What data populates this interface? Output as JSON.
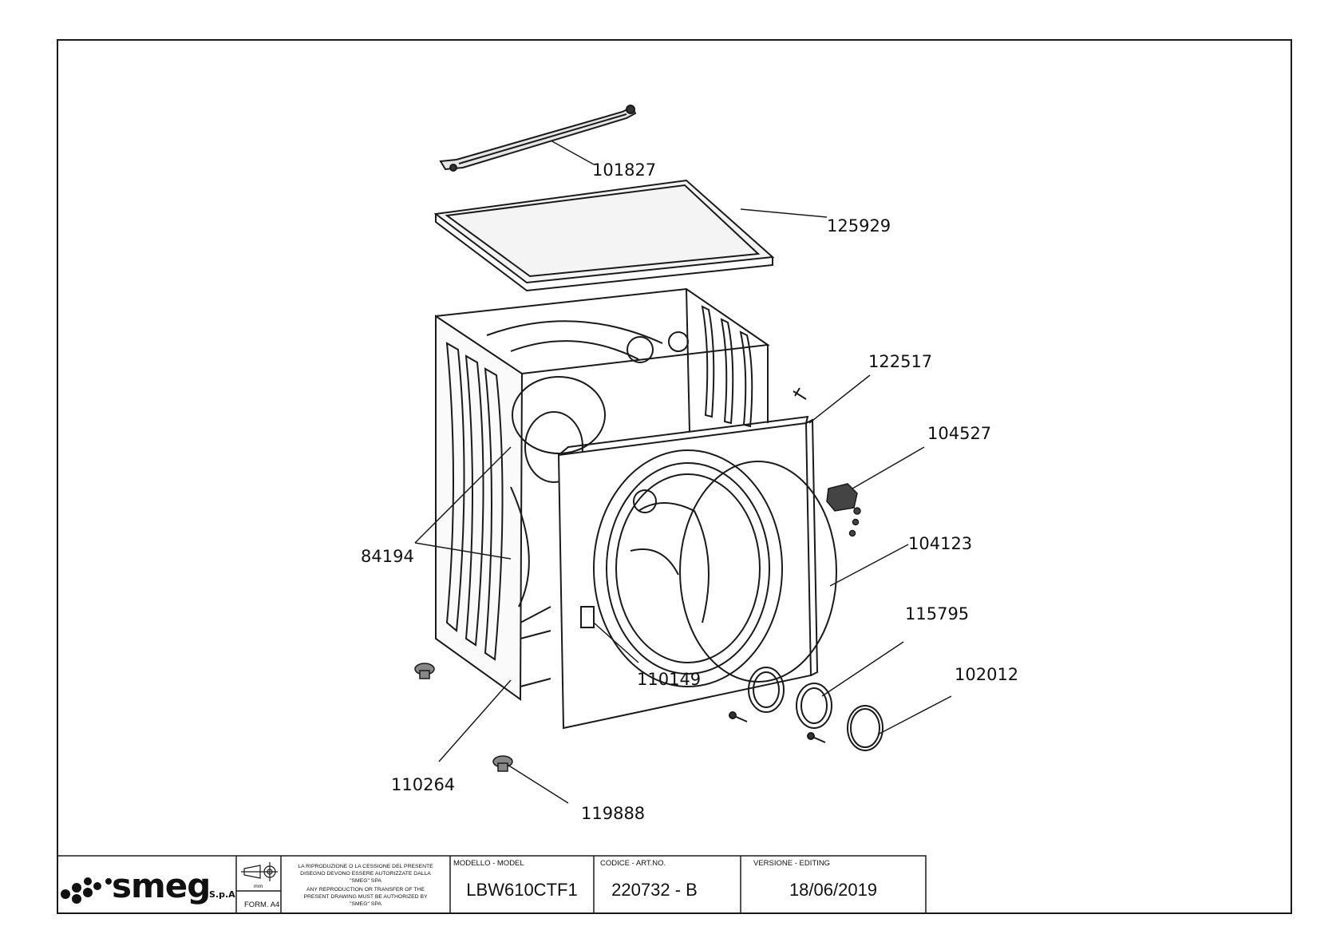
{
  "parts": {
    "p101827": "101827",
    "p125929": "125929",
    "p122517": "122517",
    "p104527": "104527",
    "p104123": "104123",
    "p84194": "84194",
    "p115795": "115795",
    "p102012": "102012",
    "p110149": "110149",
    "p110264": "110264",
    "p119888": "119888"
  },
  "title_block": {
    "brand": "smeg",
    "brand_suffix": "S.p.A",
    "unit": "mm",
    "format": "FORM. A4",
    "notice_it_1": "LA RIPRODUZIONE O LA CESSIONE DEL PRESENTE",
    "notice_it_2": "DISEGNO DEVONO ESSERE AUTORIZZATE DALLA",
    "notice_it_3": "\"SMEG\" SPA",
    "notice_en_1": "ANY REPRODUCTION OR TRANSFER OF THE",
    "notice_en_2": "PRESENT DRAWING MUST BE AUTHORIZED BY",
    "notice_en_3": "\"SMEG\" SPA",
    "model_label": "MODELLO - MODEL",
    "model_value": "LBW610CTF1",
    "code_label": "CODICE - ART.NO.",
    "code_value": "220732 - B",
    "version_label": "VERSIONE - EDITING",
    "version_value": "18/06/2019"
  },
  "colors": {
    "line": "#1a1a1a",
    "paper": "#ffffff"
  }
}
